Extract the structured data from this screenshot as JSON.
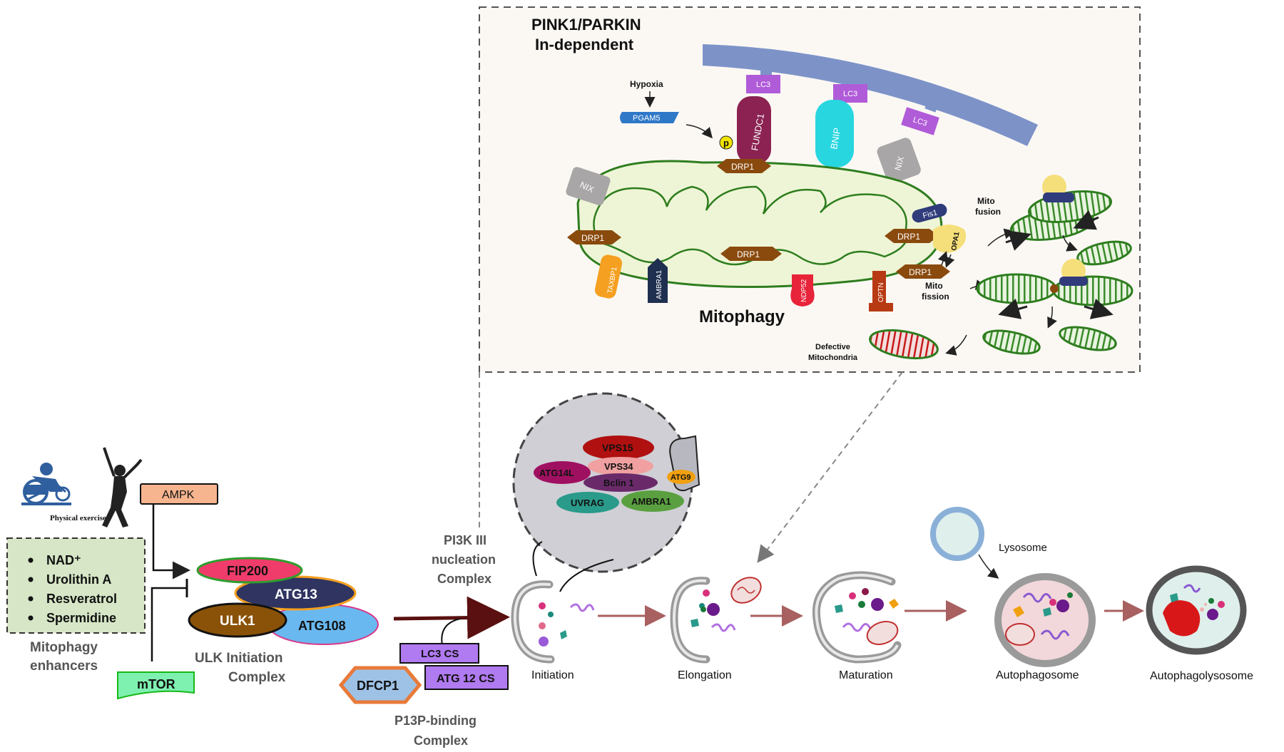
{
  "inset": {
    "title_line1": "PINK1/PARKIN",
    "title_line2": "In-dependent",
    "hypoxia": "Hypoxia",
    "pgam5": "PGAM5",
    "p": "p",
    "fundc1": "FUNDC1",
    "bnip": "BNIP",
    "nix": "NIX",
    "lc3": "LC3",
    "drp1": "DRP1",
    "fis1": "Fis1",
    "opa1": "OPA1",
    "taxbp1": "TAXBP1",
    "ambra1": "AMBRA1",
    "ndp52": "NDP52",
    "optn": "OPTN",
    "mitophagy": "Mitophagy",
    "mito_fusion_1": "Mito",
    "mito_fusion_2": "fusion",
    "mito_fission_1": "Mito",
    "mito_fission_2": "fission",
    "defective_1": "Defective",
    "defective_2": "Mitochondria"
  },
  "left": {
    "physical_exercise": "Physical exercise",
    "ampk": "AMPK",
    "mtor": "mTOR",
    "enhancers": [
      "NAD⁺",
      "Urolithin A",
      "Resveratrol",
      "Spermidine"
    ],
    "enhancers_label_1": "Mitophagy",
    "enhancers_label_2": "enhancers"
  },
  "ulk": {
    "fip200": "FIP200",
    "atg13": "ATG13",
    "ulk1": "ULK1",
    "atg108": "ATG108",
    "label_1": "ULK Initiation",
    "label_2": "Complex"
  },
  "pi3k": {
    "label_1": "PI3K III",
    "label_2": "nucleation",
    "label_3": "Complex",
    "vps15": "VPS15",
    "vps34": "VPS34",
    "beclin": "Bclin 1",
    "atg14l": "ATG14L",
    "atg9": "ATG9",
    "uvrag": "UVRAG",
    "ambra1": "AMBRA1"
  },
  "p13p": {
    "lc3cs": "LC3 CS",
    "atg12cs": "ATG 12 CS",
    "dfcp1": "DFCP1",
    "label_1": "P13P-binding",
    "label_2": "Complex"
  },
  "stages": [
    "Initiation",
    "Elongation",
    "Maturation",
    "Autophagosome",
    "Autophagolysosome"
  ],
  "lysosome": "Lysosome",
  "colors": {
    "mito_outer": "#2e7d1e",
    "mito_fill": "#eef5d6",
    "drp1": "#8a4a0e",
    "lc3": "#b05bd8",
    "er": "#7d93c8",
    "stage_arrow": "#a86060"
  }
}
